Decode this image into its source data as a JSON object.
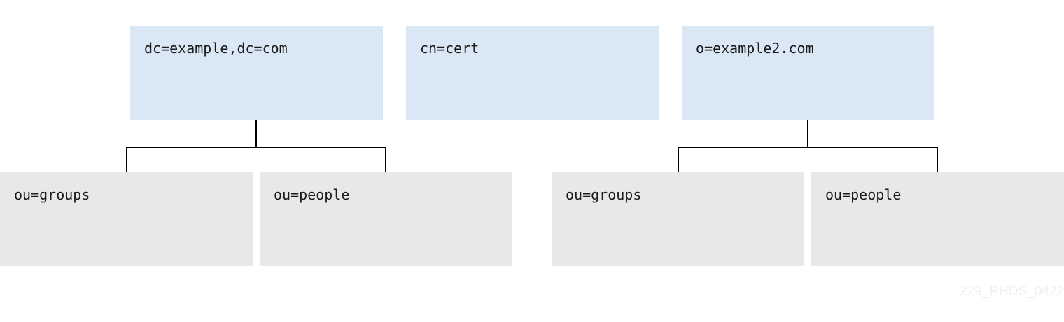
{
  "diagram": {
    "roots": [
      {
        "label": "dc=example,dc=com",
        "children": [
          {
            "label": "ou=groups"
          },
          {
            "label": "ou=people"
          }
        ]
      },
      {
        "label": "cn=cert",
        "children": []
      },
      {
        "label": "o=example2.com",
        "children": [
          {
            "label": "ou=groups"
          },
          {
            "label": "ou=people"
          }
        ]
      }
    ],
    "watermark": "229_RHDS_0422",
    "colors": {
      "root_fill": "#dae8f6",
      "child_fill": "#e8e8e8",
      "connector": "#000000",
      "text": "#1a1a1a"
    }
  }
}
